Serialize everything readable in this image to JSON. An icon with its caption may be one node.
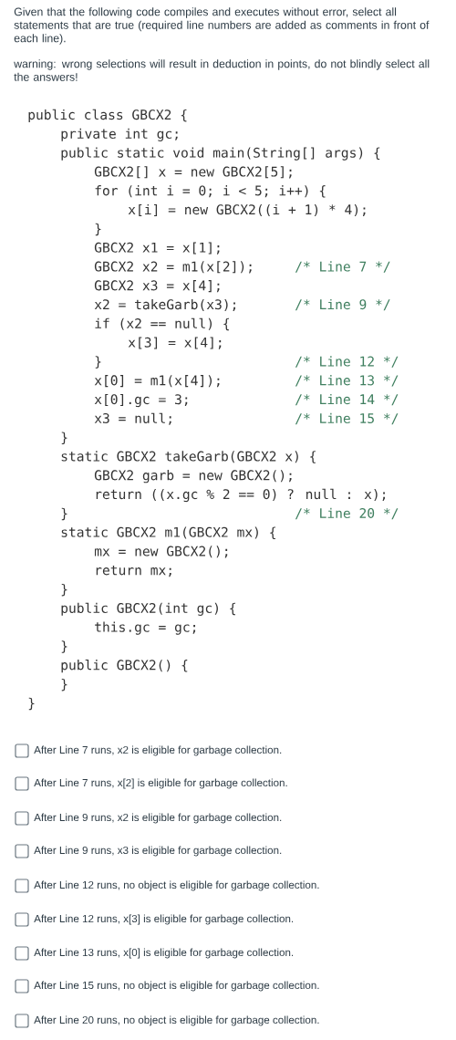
{
  "diagram": {
    "labels": [
      "Given that the following code compiles and executes without error, select all statements that are true (required line numbers are added as comments in front of each line).",
      "warning: wrong selections will result in deduction in points, do not blindly select all the answers!",
      "public class GBCX2 {",
      "private int gc;",
      "public static void main(String[] args) {",
      "GBCX2[] x = new GBCX2[5];",
      "for (int i = 0; i < 5; i++) {",
      "x[i] = new GBCX2((i + 1) * 4);",
      "}",
      "GBCX2 x1 = x[1];",
      "GBCX2 x2 = m1(x[2]);",
      "/* Line 7 */",
      "GBCX2 x3 = x[4];",
      "x2 = takeGarb(x3);",
      "/* Line 9 */",
      "if (x2 == null) {",
      "x[3] = x[4];",
      "}",
      "/* Line 12 */",
      "x[0] = m1(x[4]);",
      "/* Line 13 */",
      "x[0].gc = 3;",
      "/* Line 14 */",
      "x3 = null;",
      "/* Line 15 */",
      "}",
      "static GBCX2 takeGarb(GBCX2 x) {",
      "GBCX2 garb = new GBCX2();",
      "return ((x.gc % 2 == 0) ? null : x);",
      "}",
      "/* Line 20 */",
      "static GBCX2 m1(GBCX2 mx) {",
      "mx = new GBCX2();",
      "return mx;",
      "}",
      "public GBCX2(int gc) {",
      "this.gc = gc;",
      "}",
      "public GBCX2() {",
      "}",
      "}",
      "After Line 7 runs, x2 is eligible for garbage collection.",
      "After Line 7 runs, x[2] is eligible for garbage collection.",
      "After Line 9 runs, x2 is eligible for garbage collection.",
      "After Line 9 runs, x3 is eligible for garbage collection.",
      "After Line 12 runs, no object is eligible for garbage collection.",
      "After Line 12 runs, x[3] is eligible for garbage collection.",
      "After Line 13 runs, x[0] is eligible for garbage collection.",
      "After Line 15 runs, no object is eligible for garbage collection.",
      "After Line 20 runs, no object is eligible for garbage collection."
    ]
  }
}
